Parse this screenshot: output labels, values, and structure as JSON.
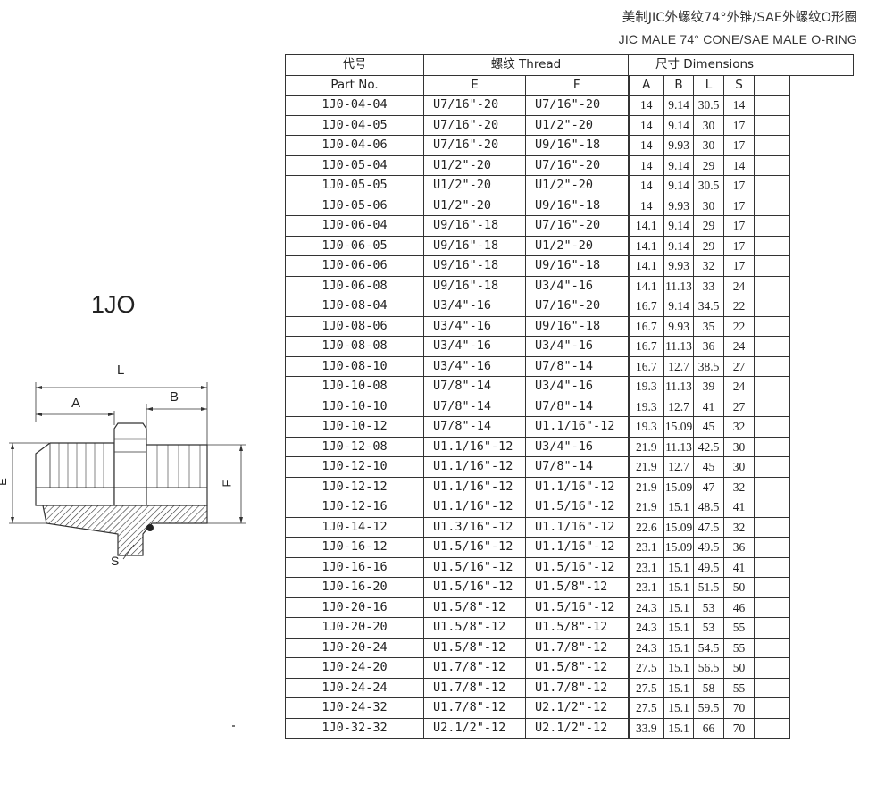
{
  "header": {
    "title_cn": "美制JIC外螺纹74°外锥/SAE外螺纹O形圈",
    "title_en": "JIC MALE 74° CONE/SAE MALE O-RING"
  },
  "model": "1JO",
  "drawing_labels": {
    "L": "L",
    "A": "A",
    "B": "B",
    "E": "E",
    "F": "F",
    "S": "S"
  },
  "table": {
    "part_no_cn": "代号",
    "part_no_en": "Part No.",
    "thread_label": "螺纹 Thread",
    "dimensions_label": "尺寸 Dimensions",
    "sub_headers": [
      "E",
      "F",
      "A",
      "B",
      "L",
      "S"
    ],
    "rows": [
      [
        "1J0-04-04",
        "U7/16\"-20",
        "U7/16\"-20",
        "14",
        "9.14",
        "30.5",
        "14"
      ],
      [
        "1J0-04-05",
        "U7/16\"-20",
        "U1/2\"-20",
        "14",
        "9.14",
        "30",
        "17"
      ],
      [
        "1J0-04-06",
        "U7/16\"-20",
        "U9/16\"-18",
        "14",
        "9.93",
        "30",
        "17"
      ],
      [
        "1J0-05-04",
        "U1/2\"-20",
        "U7/16\"-20",
        "14",
        "9.14",
        "29",
        "14"
      ],
      [
        "1J0-05-05",
        "U1/2\"-20",
        "U1/2\"-20",
        "14",
        "9.14",
        "30.5",
        "17"
      ],
      [
        "1J0-05-06",
        "U1/2\"-20",
        "U9/16\"-18",
        "14",
        "9.93",
        "30",
        "17"
      ],
      [
        "1J0-06-04",
        "U9/16\"-18",
        "U7/16\"-20",
        "14.1",
        "9.14",
        "29",
        "17"
      ],
      [
        "1J0-06-05",
        "U9/16\"-18",
        "U1/2\"-20",
        "14.1",
        "9.14",
        "29",
        "17"
      ],
      [
        "1J0-06-06",
        "U9/16\"-18",
        "U9/16\"-18",
        "14.1",
        "9.93",
        "32",
        "17"
      ],
      [
        "1J0-06-08",
        "U9/16\"-18",
        "U3/4\"-16",
        "14.1",
        "11.13",
        "33",
        "24"
      ],
      [
        "1J0-08-04",
        "U3/4\"-16",
        "U7/16\"-20",
        "16.7",
        "9.14",
        "34.5",
        "22"
      ],
      [
        "1J0-08-06",
        "U3/4\"-16",
        "U9/16\"-18",
        "16.7",
        "9.93",
        "35",
        "22"
      ],
      [
        "1J0-08-08",
        "U3/4\"-16",
        "U3/4\"-16",
        "16.7",
        "11.13",
        "36",
        "24"
      ],
      [
        "1J0-08-10",
        "U3/4\"-16",
        "U7/8\"-14",
        "16.7",
        "12.7",
        "38.5",
        "27"
      ],
      [
        "1J0-10-08",
        "U7/8\"-14",
        "U3/4\"-16",
        "19.3",
        "11.13",
        "39",
        "24"
      ],
      [
        "1J0-10-10",
        "U7/8\"-14",
        "U7/8\"-14",
        "19.3",
        "12.7",
        "41",
        "27"
      ],
      [
        "1J0-10-12",
        "U7/8\"-14",
        "U1.1/16\"-12",
        "19.3",
        "15.09",
        "45",
        "32"
      ],
      [
        "1J0-12-08",
        "U1.1/16\"-12",
        "U3/4\"-16",
        "21.9",
        "11.13",
        "42.5",
        "30"
      ],
      [
        "1J0-12-10",
        "U1.1/16\"-12",
        "U7/8\"-14",
        "21.9",
        "12.7",
        "45",
        "30"
      ],
      [
        "1J0-12-12",
        "U1.1/16\"-12",
        "U1.1/16\"-12",
        "21.9",
        "15.09",
        "47",
        "32"
      ],
      [
        "1J0-12-16",
        "U1.1/16\"-12",
        "U1.5/16\"-12",
        "21.9",
        "15.1",
        "48.5",
        "41"
      ],
      [
        "1J0-14-12",
        "U1.3/16\"-12",
        "U1.1/16\"-12",
        "22.6",
        "15.09",
        "47.5",
        "32"
      ],
      [
        "1J0-16-12",
        "U1.5/16\"-12",
        "U1.1/16\"-12",
        "23.1",
        "15.09",
        "49.5",
        "36"
      ],
      [
        "1J0-16-16",
        "U1.5/16\"-12",
        "U1.5/16\"-12",
        "23.1",
        "15.1",
        "49.5",
        "41"
      ],
      [
        "1J0-16-20",
        "U1.5/16\"-12",
        "U1.5/8\"-12",
        "23.1",
        "15.1",
        "51.5",
        "50"
      ],
      [
        "1J0-20-16",
        "U1.5/8\"-12",
        "U1.5/16\"-12",
        "24.3",
        "15.1",
        "53",
        "46"
      ],
      [
        "1J0-20-20",
        "U1.5/8\"-12",
        "U1.5/8\"-12",
        "24.3",
        "15.1",
        "53",
        "55"
      ],
      [
        "1J0-20-24",
        "U1.5/8\"-12",
        "U1.7/8\"-12",
        "24.3",
        "15.1",
        "54.5",
        "55"
      ],
      [
        "1J0-24-20",
        "U1.7/8\"-12",
        "U1.5/8\"-12",
        "27.5",
        "15.1",
        "56.5",
        "50"
      ],
      [
        "1J0-24-24",
        "U1.7/8\"-12",
        "U1.7/8\"-12",
        "27.5",
        "15.1",
        "58",
        "55"
      ],
      [
        "1J0-24-32",
        "U1.7/8\"-12",
        "U2.1/2\"-12",
        "27.5",
        "15.1",
        "59.5",
        "70"
      ],
      [
        "1J0-32-32",
        "U2.1/2\"-12",
        "U2.1/2\"-12",
        "33.9",
        "15.1",
        "66",
        "70"
      ]
    ]
  }
}
